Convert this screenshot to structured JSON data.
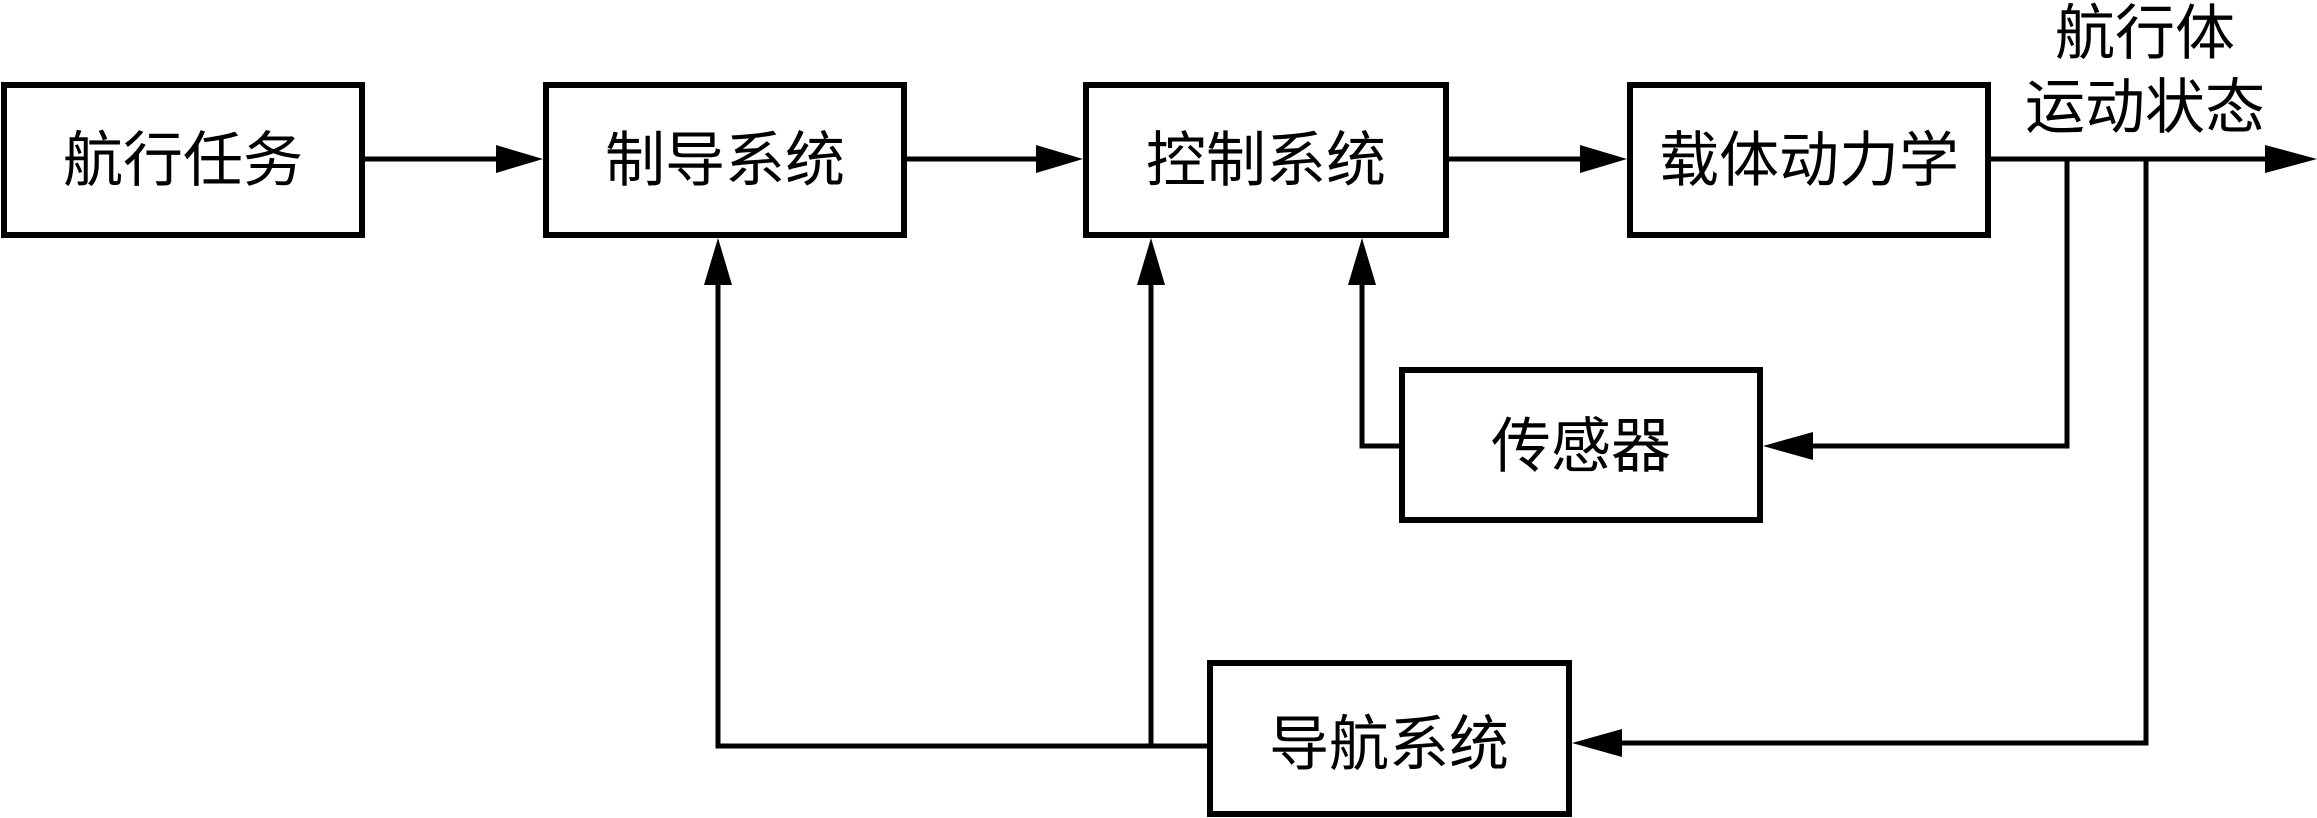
{
  "diagram": {
    "title": "航行体制导、导航与控制系统框图",
    "blocks": {
      "mission": "航行任务",
      "guidance": "制导系统",
      "control": "控制系统",
      "dynamics": "载体动力学",
      "sensor": "传感器",
      "navigation": "导航系统"
    },
    "output_label": {
      "line1": "航行体",
      "line2": "运动状态"
    },
    "connections": [
      {
        "from": "航行任务",
        "to": "制导系统"
      },
      {
        "from": "制导系统",
        "to": "控制系统"
      },
      {
        "from": "控制系统",
        "to": "载体动力学"
      },
      {
        "from": "载体动力学",
        "to": "航行体运动状态"
      },
      {
        "from": "载体动力学",
        "to": "传感器"
      },
      {
        "from": "传感器",
        "to": "控制系统"
      },
      {
        "from": "载体动力学",
        "to": "导航系统"
      },
      {
        "from": "导航系统",
        "to": "制导系统"
      },
      {
        "from": "导航系统",
        "to": "控制系统"
      }
    ],
    "colors": {
      "stroke": "#000000",
      "background": "#ffffff"
    }
  }
}
